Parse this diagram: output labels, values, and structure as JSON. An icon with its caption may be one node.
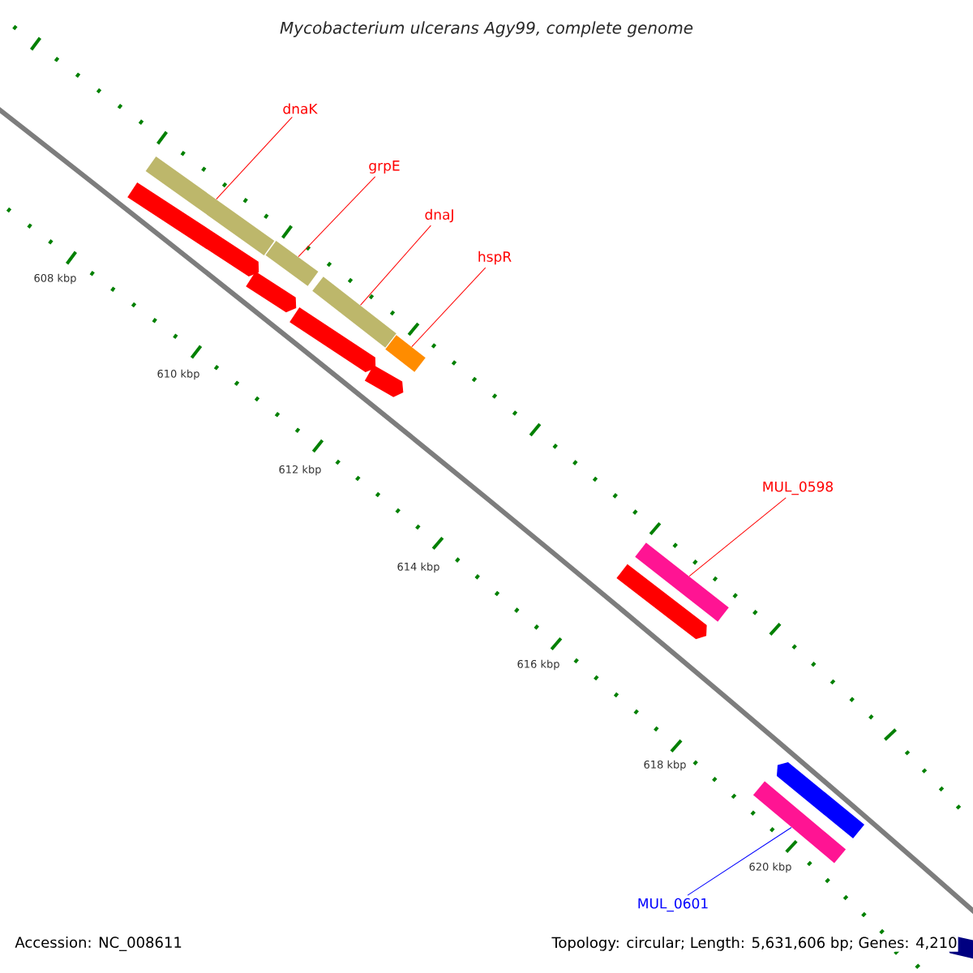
{
  "diagram": {
    "title": "Mycobacterium ulcerans Agy99, complete genome",
    "nodes": [
      {
        "text": [
          "dnaK"
        ]
      },
      {
        "text": [
          "grpE"
        ]
      },
      {
        "text": [
          "dnaJ"
        ]
      },
      {
        "text": [
          "hspR"
        ]
      },
      {
        "text": [
          "MUL_0598"
        ]
      },
      {
        "text": [
          "MUL_0601"
        ]
      },
      {
        "text": [],
        "shape": "bar"
      },
      {
        "text": [],
        "shape": "bar"
      },
      {
        "text": [],
        "shape": "bar"
      },
      {
        "text": [],
        "shape": "bar"
      },
      {
        "text": [],
        "shape": "bar"
      },
      {
        "text": [],
        "shape": "bar"
      },
      {
        "text": [],
        "shape": "arrow"
      },
      {
        "text": [],
        "shape": "arrow"
      },
      {
        "text": [],
        "shape": "arrow"
      },
      {
        "text": [],
        "shape": "arrow"
      },
      {
        "text": [],
        "shape": "arrow"
      },
      {
        "text": [],
        "shape": "arrow"
      },
      {
        "text": [],
        "shape": "arrow"
      }
    ],
    "edges": [
      {
        "from": 0,
        "to": 6,
        "arrow": "none"
      },
      {
        "from": 1,
        "to": 7,
        "arrow": "none"
      },
      {
        "from": 2,
        "to": 8,
        "arrow": "none"
      },
      {
        "from": 3,
        "to": 9,
        "arrow": "none"
      },
      {
        "from": 4,
        "to": 10,
        "arrow": "none"
      },
      {
        "from": 5,
        "to": 11,
        "arrow": "none",
        "color": "#0000ff"
      }
    ],
    "labels": [
      "608 kbp",
      "610 kbp",
      "612 kbp",
      "614 kbp",
      "616 kbp",
      "618 kbp",
      "620 kbp",
      "Accession: NC_008611",
      "Topology: circular; Length: 5,631,606 bp; Genes: 4,210"
    ]
  }
}
